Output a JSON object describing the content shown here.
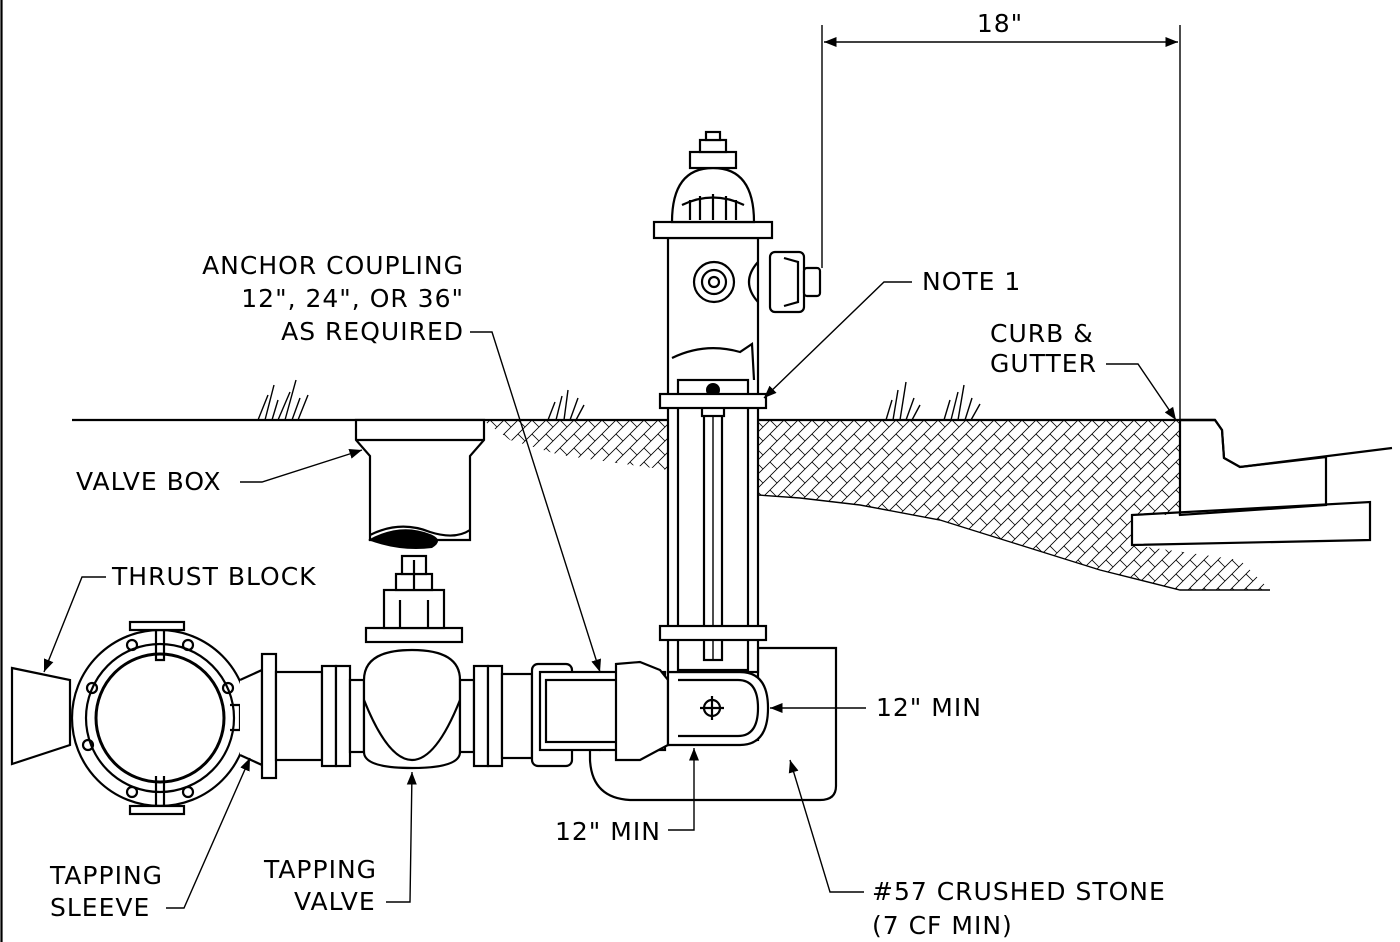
{
  "labels": {
    "dim_18": "18\"",
    "anchor_1": "ANCHOR COUPLING",
    "anchor_2": "12\", 24\", OR 36\"",
    "anchor_3": "AS REQUIRED",
    "note_1": "NOTE 1",
    "curb_1": "CURB &",
    "curb_2": "GUTTER",
    "valve_box": "VALVE BOX",
    "thrust_block": "THRUST BLOCK",
    "min_right": "12\" MIN",
    "min_bottom": "12\" MIN",
    "tapping_sleeve_1": "TAPPING",
    "tapping_sleeve_2": "SLEEVE",
    "tapping_valve_1": "TAPPING",
    "tapping_valve_2": "VALVE",
    "stone_1": "#57 CRUSHED STONE",
    "stone_2": "(7 CF MIN)"
  }
}
